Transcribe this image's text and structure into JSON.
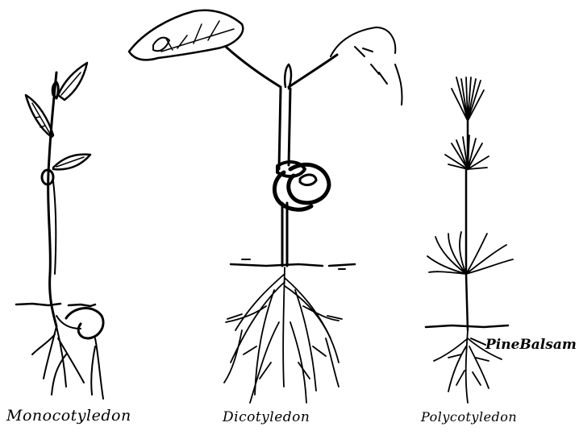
{
  "labels": {
    "monocotyledon": "Monocotyledon",
    "dicotyledon": "Dicotyledon",
    "polycotyledon": "Polycotyledon",
    "pine_balsam": "PineBalsam"
  },
  "colors": {
    "ink": "#000000",
    "background": "#ffffff"
  }
}
